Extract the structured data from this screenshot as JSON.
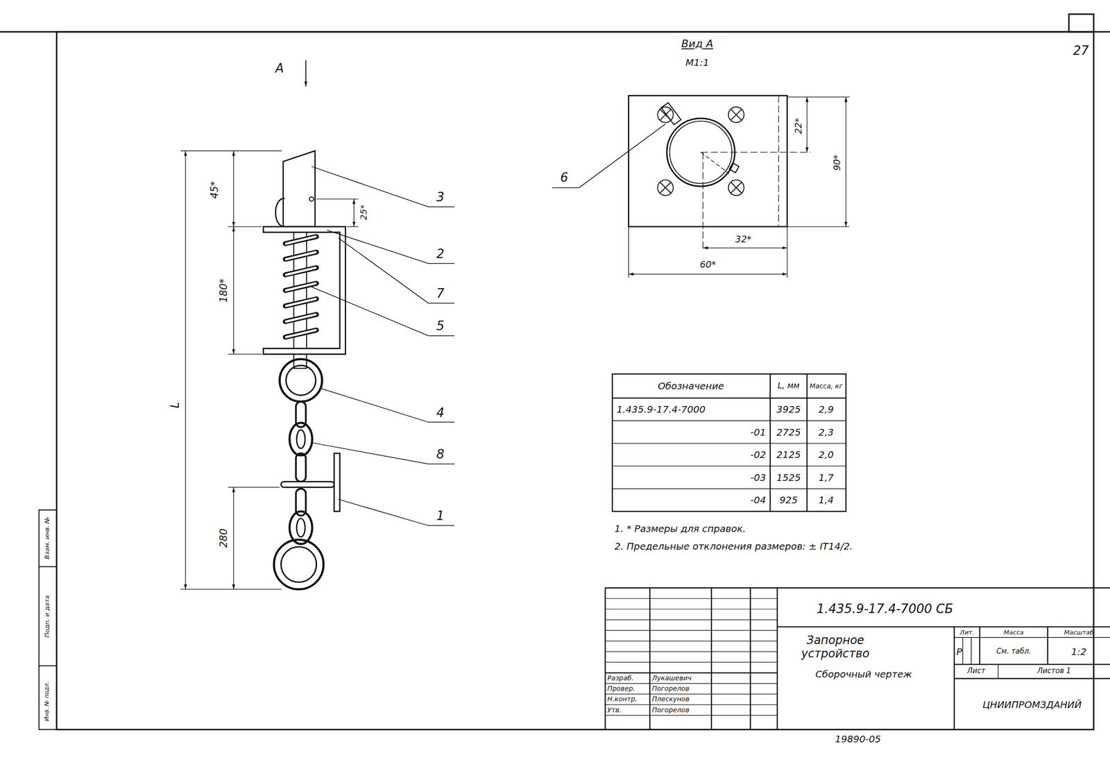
{
  "diagram": {
    "labels": [
      "А",
      "Вид А",
      "М1:1",
      "27",
      "45*",
      "25*",
      "180*",
      "L",
      "280",
      "3",
      "2",
      "7",
      "5",
      "4",
      "8",
      "1",
      "6",
      "22*",
      "90*",
      "32*",
      "60*",
      "Обозначение",
      "L, мм",
      "Масса, кг",
      "1.435.9-17.4-7000",
      "3925",
      "2,9",
      "-01",
      "2725",
      "2,3",
      "-02",
      "2125",
      "2,0",
      "-03",
      "1525",
      "1,7",
      "-04",
      "925",
      "1,4",
      "1. * Размеры для справок.",
      "2. Предельные отклонения размеров: ± IT14/2.",
      "1.435.9-17.4-7000 СБ",
      "Запорное устройство",
      "Сборочный чертеж",
      "Лит.",
      "Масса",
      "Масштаб",
      "Р",
      "См. табл.",
      "1:2",
      "Лист",
      "Листов 1",
      "Разраб.",
      "Лукашевич",
      "Провер.",
      "Погорелов",
      "Н.контр.",
      "Плескунов",
      "Утв.",
      "Погорелов",
      "19890-05",
      "ЦНИИПРОМЗДАНИЙ",
      "Инв. № подл.",
      "Подп. и дата",
      "Взам. инв. №"
    ]
  }
}
